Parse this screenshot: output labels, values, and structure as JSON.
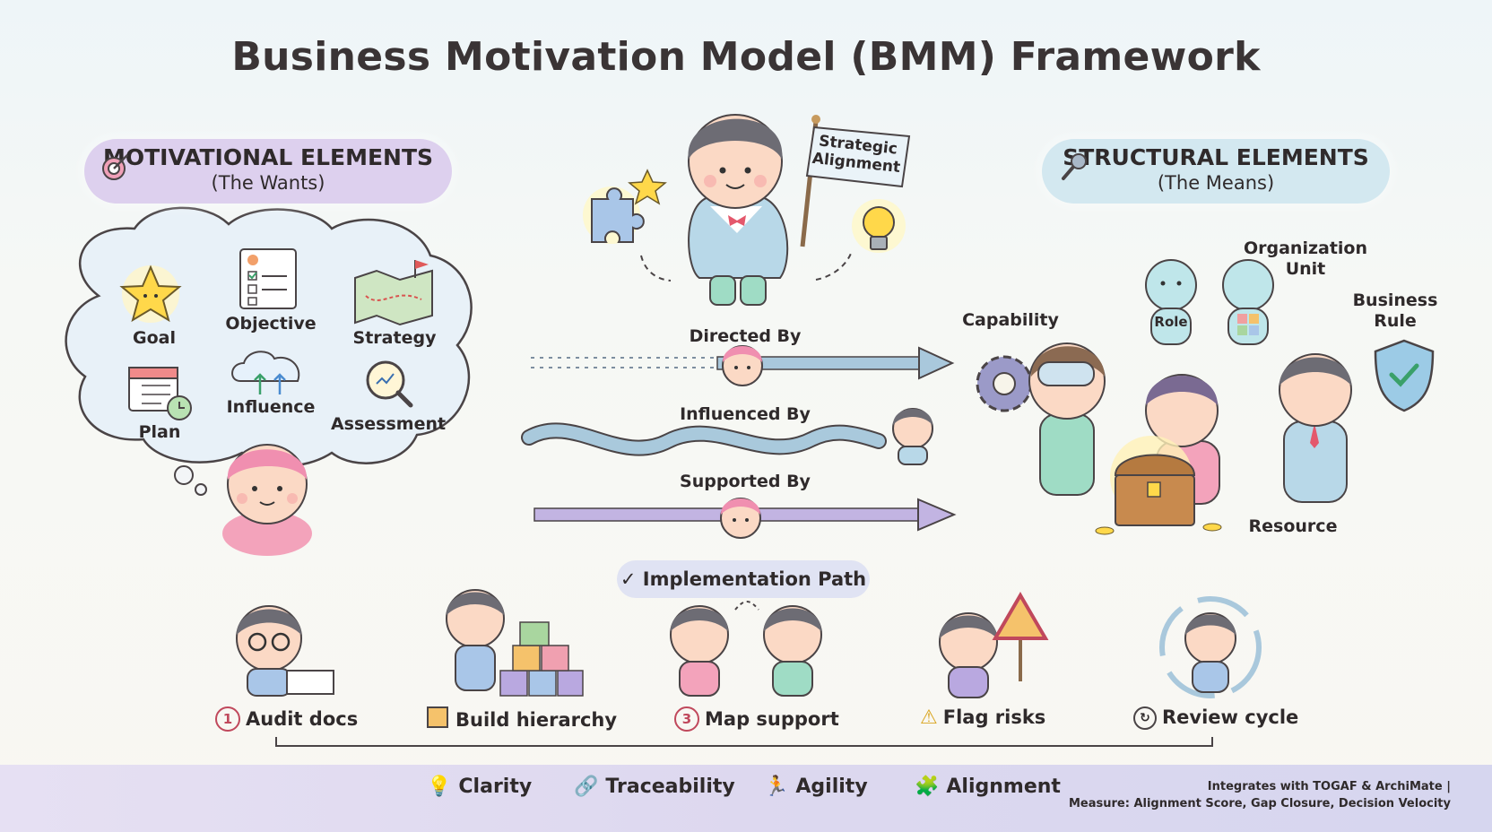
{
  "title": "Business Motivation Model (BMM) Framework",
  "motivational": {
    "title": "MOTIVATIONAL ELEMENTS",
    "subtitle": "(The Wants)",
    "items": [
      "Goal",
      "Objective",
      "Strategy",
      "Plan",
      "Influence",
      "Assessment"
    ]
  },
  "center": {
    "flag_text_line1": "Strategic",
    "flag_text_line2": "Alignment",
    "relations": [
      "Directed By",
      "Influenced By",
      "Supported By"
    ]
  },
  "structural": {
    "title": "STRUCTURAL ELEMENTS",
    "subtitle": "(The Means)",
    "items": {
      "capability": "Capability",
      "role": "Role",
      "org_unit_line1": "Organization",
      "org_unit_line2": "Unit",
      "rule_line1": "Business",
      "rule_line2": "Rule",
      "resource": "Resource"
    }
  },
  "implementation": {
    "title": "Implementation Path",
    "steps": [
      {
        "marker": "1",
        "label": "Audit docs",
        "icon": "number-circle-icon"
      },
      {
        "marker": "",
        "label": "Build hierarchy",
        "icon": "blocks-icon"
      },
      {
        "marker": "3",
        "label": "Map support",
        "icon": "number-circle-icon"
      },
      {
        "marker": "!",
        "label": "Flag risks",
        "icon": "warning-icon"
      },
      {
        "marker": "",
        "label": "Review cycle",
        "icon": "cycle-icon"
      }
    ]
  },
  "benefits": [
    {
      "label": "Clarity",
      "icon": "lightbulb-icon"
    },
    {
      "label": "Traceability",
      "icon": "link-icon"
    },
    {
      "label": "Agility",
      "icon": "runner-icon"
    },
    {
      "label": "Alignment",
      "icon": "puzzle-icon"
    }
  ],
  "footer": {
    "line1": "Integrates with TOGAF & ArchiMate |",
    "line2": "Measure: Alignment Score, Gap Closure, Decision Velocity"
  },
  "colors": {
    "motivational_pill": "#ddd0ee",
    "structural_pill": "#d3e8f0",
    "directed_arrow": "#a9c8dc",
    "influenced_wave": "#a9c9dc",
    "supported_arrow": "#c2b4e2",
    "footer_band": "#ddd8ef",
    "accent_red": "#c0485c"
  }
}
